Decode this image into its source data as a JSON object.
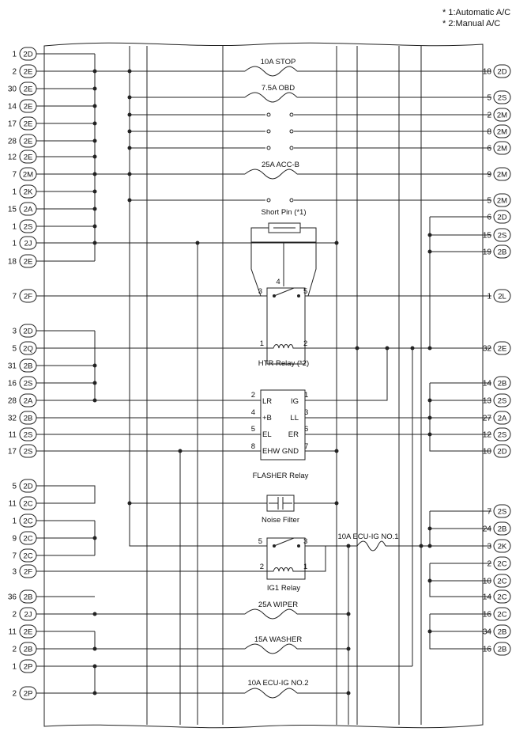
{
  "notes": [
    "* 1:Automatic A/C",
    "* 2:Manual A/C"
  ],
  "left_terminals": [
    {
      "pin": "1",
      "conn": "2D"
    },
    {
      "pin": "2",
      "conn": "2E"
    },
    {
      "pin": "30",
      "conn": "2E"
    },
    {
      "pin": "14",
      "conn": "2E"
    },
    {
      "pin": "17",
      "conn": "2E"
    },
    {
      "pin": "28",
      "conn": "2E"
    },
    {
      "pin": "12",
      "conn": "2E"
    },
    {
      "pin": "7",
      "conn": "2M"
    },
    {
      "pin": "1",
      "conn": "2K"
    },
    {
      "pin": "15",
      "conn": "2A"
    },
    {
      "pin": "1",
      "conn": "2S"
    },
    {
      "pin": "1",
      "conn": "2J"
    },
    {
      "pin": "18",
      "conn": "2E"
    },
    {
      "pin": "7",
      "conn": "2F"
    },
    {
      "pin": "3",
      "conn": "2D"
    },
    {
      "pin": "5",
      "conn": "2Q"
    },
    {
      "pin": "31",
      "conn": "2B"
    },
    {
      "pin": "16",
      "conn": "2S"
    },
    {
      "pin": "28",
      "conn": "2A"
    },
    {
      "pin": "32",
      "conn": "2B"
    },
    {
      "pin": "11",
      "conn": "2S"
    },
    {
      "pin": "17",
      "conn": "2S"
    },
    {
      "pin": "5",
      "conn": "2D"
    },
    {
      "pin": "11",
      "conn": "2C"
    },
    {
      "pin": "1",
      "conn": "2C"
    },
    {
      "pin": "9",
      "conn": "2C"
    },
    {
      "pin": "7",
      "conn": "2C"
    },
    {
      "pin": "3",
      "conn": "2F"
    },
    {
      "pin": "36",
      "conn": "2B"
    },
    {
      "pin": "2",
      "conn": "2J"
    },
    {
      "pin": "11",
      "conn": "2E"
    },
    {
      "pin": "2",
      "conn": "2B"
    },
    {
      "pin": "1",
      "conn": "2P"
    },
    {
      "pin": "2",
      "conn": "2P"
    }
  ],
  "right_terminals": [
    {
      "pin": "18",
      "conn": "2D"
    },
    {
      "pin": "5",
      "conn": "2S"
    },
    {
      "pin": "2",
      "conn": "2M"
    },
    {
      "pin": "8",
      "conn": "2M"
    },
    {
      "pin": "6",
      "conn": "2M"
    },
    {
      "pin": "9",
      "conn": "2M"
    },
    {
      "pin": "5",
      "conn": "2M"
    },
    {
      "pin": "6",
      "conn": "2D"
    },
    {
      "pin": "15",
      "conn": "2S"
    },
    {
      "pin": "19",
      "conn": "2B"
    },
    {
      "pin": "1",
      "conn": "2L"
    },
    {
      "pin": "32",
      "conn": "2E"
    },
    {
      "pin": "14",
      "conn": "2B"
    },
    {
      "pin": "13",
      "conn": "2S"
    },
    {
      "pin": "27",
      "conn": "2A"
    },
    {
      "pin": "12",
      "conn": "2S"
    },
    {
      "pin": "10",
      "conn": "2D"
    },
    {
      "pin": "7",
      "conn": "2S"
    },
    {
      "pin": "24",
      "conn": "2B"
    },
    {
      "pin": "3",
      "conn": "2K"
    },
    {
      "pin": "2",
      "conn": "2C"
    },
    {
      "pin": "10",
      "conn": "2C"
    },
    {
      "pin": "14",
      "conn": "2C"
    },
    {
      "pin": "16",
      "conn": "2C"
    },
    {
      "pin": "34",
      "conn": "2B"
    },
    {
      "pin": "16",
      "conn": "2B"
    }
  ],
  "fuses": {
    "stop": "10A STOP",
    "obd": "7.5A OBD",
    "acc_b": "25A ACC-B",
    "ecu_ig1": "10A ECU-IG NO.1",
    "wiper": "25A WIPER",
    "washer": "15A WASHER",
    "ecu_ig2": "10A ECU-IG NO.2"
  },
  "components": {
    "short_pin": "Short Pin (*1)",
    "htr_relay": "HTR Relay (*2)",
    "flasher_relay": "FLASHER Relay",
    "noise_filter": "Noise Filter",
    "ig1_relay": "IG1 Relay"
  },
  "relay_pins": {
    "htr": [
      "4",
      "3",
      "5",
      "1",
      "2"
    ],
    "ig1": [
      "5",
      "3",
      "2",
      "1"
    ]
  },
  "flasher_pins": {
    "left_numbers": [
      "2",
      "4",
      "5",
      "8"
    ],
    "left_labels": [
      "LR",
      "+B",
      "EL",
      "EHW"
    ],
    "right_labels": [
      "IG",
      "LL",
      "ER",
      "GND"
    ],
    "right_numbers": [
      "1",
      "3",
      "6",
      "7"
    ]
  }
}
